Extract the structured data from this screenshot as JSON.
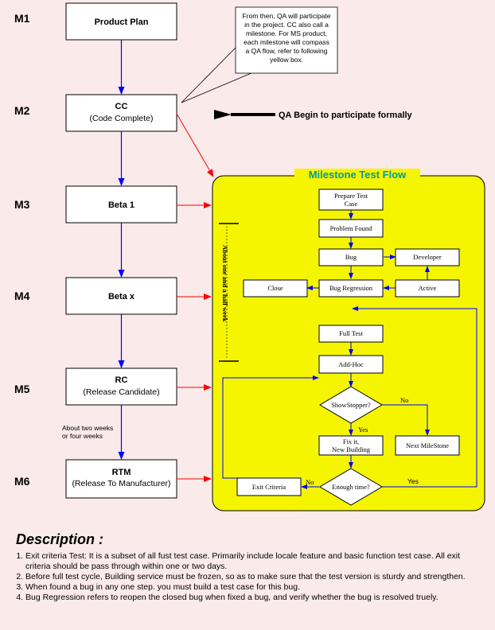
{
  "milestones": [
    {
      "label": "M1",
      "box_title": "Product Plan",
      "box_subtitle": ""
    },
    {
      "label": "M2",
      "box_title": "CC",
      "box_subtitle": "(Code Complete)"
    },
    {
      "label": "M3",
      "box_title": "Beta 1",
      "box_subtitle": ""
    },
    {
      "label": "M4",
      "box_title": "Beta x",
      "box_subtitle": ""
    },
    {
      "label": "M5",
      "box_title": "RC",
      "box_subtitle": "(Release Candidate)"
    },
    {
      "label": "M6",
      "box_title": "RTM",
      "box_subtitle": "(Release To Manufacturer)"
    }
  ],
  "note": {
    "lines": [
      "From then, QA will participate",
      "in the project. CC also call a",
      "milestone. For MS product,",
      "each milestone will compass",
      "a QA flow, refer to following",
      "yellow box."
    ]
  },
  "qa_begin_label": "QA Begin to participate formally",
  "rc_rtm_gap_label": [
    "About  two weeks",
    "or four weeks"
  ],
  "flow": {
    "title": "Milestone Test Flow",
    "duration_label": "About one and a half week",
    "nodes": {
      "prepare": [
        "Prepare Test",
        "Case"
      ],
      "problem_found": "Problem Found",
      "bug": "Bug",
      "developer": "Developer",
      "close": "Close",
      "bug_regression": "Bug Regression",
      "active": "Active",
      "full_test": "Full Test",
      "add_hoc": "Add-Hoc",
      "showstopper": "ShowStopper?",
      "next_milestone": "Next MileStone",
      "fix_it": [
        "Fix it,",
        "New Building"
      ],
      "enough_time": "Enough time?",
      "exit_criteria": "Exit Criteria"
    },
    "edge_labels": {
      "showstopper_no": "No",
      "showstopper_yes": "Yes",
      "enough_time_no": "No",
      "enough_time_yes": "Yes"
    }
  },
  "colors": {
    "background": "#fbeaea",
    "flow_box": "#f5f500",
    "flow_title": "#009a9a",
    "arrow_blue": "#0000ff",
    "arrow_red": "#ff0000"
  },
  "description": {
    "heading": "Description :",
    "items": [
      "Exit criteria Test: It is a subset of all fust test case. Primarily include locale feature and basic function test case. All exit criteria should be pass through within one or two days.",
      "Before full test cycle, Building service must be frozen, so as to make sure that the test version is sturdy and strengthen.",
      "When found a bug in any one step. you must build a test case for this bug.",
      "Bug Regression refers to reopen the closed bug when fixed a bug, and verify whether the bug is resolved truely."
    ]
  }
}
